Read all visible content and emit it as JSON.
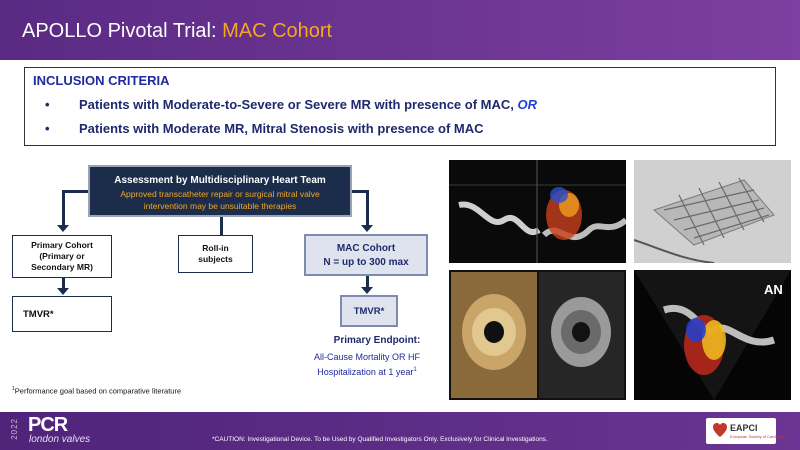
{
  "header": {
    "title_prefix": "APOLLO Pivotal Trial: ",
    "title_accent": "MAC Cohort"
  },
  "criteria": {
    "heading": "INCLUSION CRITERIA",
    "items": [
      {
        "bullet": "•",
        "text": "Patients with Moderate-to-Severe or Severe MR with presence of MAC, ",
        "emph": "OR"
      },
      {
        "bullet": "•",
        "text": "Patients with Moderate MR, Mitral Stenosis with presence of MAC",
        "emph": ""
      }
    ]
  },
  "flow": {
    "assessment_title": "Assessment by Multidisciplinary Heart Team",
    "assessment_sub_1": "Approved transcatheter repair or surgical mitral valve",
    "assessment_sub_2": "intervention  may be unsuitable therapies",
    "primary_cohort_1": "Primary Cohort",
    "primary_cohort_2": "(Primary or",
    "primary_cohort_3": "Secondary MR)",
    "rollin_1": "Roll-in",
    "rollin_2": "subjects",
    "mac_cohort_1": "MAC Cohort",
    "mac_cohort_2": "N = up to 300 max",
    "tmvr_primary": "TMVR*",
    "tmvr_mac": "TMVR*",
    "endpoint_title": "Primary Endpoint:",
    "endpoint_text_1": "All-Cause Mortality OR HF",
    "endpoint_text_2": "Hospitalization at 1 year",
    "endpoint_sup": "1"
  },
  "footnote": {
    "sup": "1",
    "text": "Performance goal based on comparative literature"
  },
  "images": {
    "echo_label": "AN"
  },
  "footer": {
    "year": "2022",
    "logo": "PCR",
    "logo_sub": "london valves",
    "caution": "*CAUTION: Investigational Device. To be Used by Qualified Investigators Only. Exclusively for Clinical Investigations.",
    "partner": "EAPCI",
    "partner_sub": "European Society of Cardiology"
  },
  "colors": {
    "header_purple": "#5a2a83",
    "accent_orange": "#f5a623",
    "navy": "#1b2d4a",
    "text_blue": "#1f2a6e"
  }
}
